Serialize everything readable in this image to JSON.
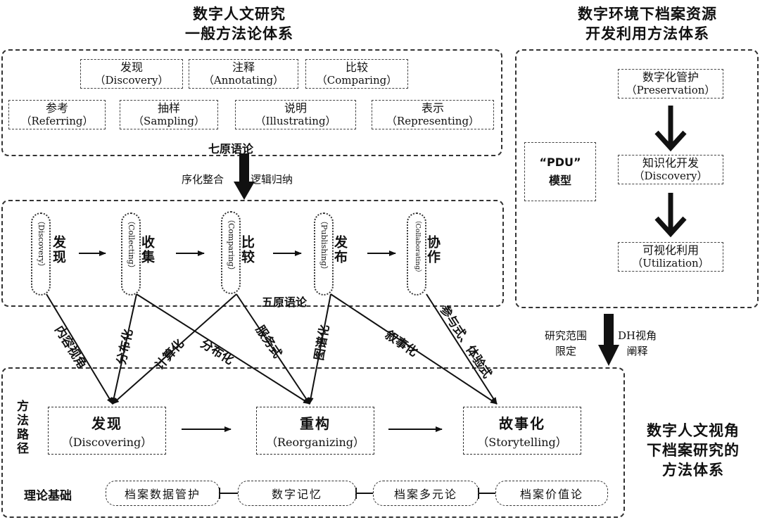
{
  "headings": {
    "left_title_1": "数字人文研究",
    "left_title_2": "一般方法论体系",
    "right_title_1": "数字环境下档案资源",
    "right_title_2": "开发利用方法体系",
    "bottom_title_1": "数字人文视角",
    "bottom_title_2": "下档案研究的",
    "bottom_title_3": "方法体系"
  },
  "seven_primitives": {
    "label": "七原语论",
    "items": [
      {
        "zh": "发现",
        "en": "（Discovery）"
      },
      {
        "zh": "注释",
        "en": "（Annotating）"
      },
      {
        "zh": "比较",
        "en": "（Comparing）"
      },
      {
        "zh": "参考",
        "en": "（Referring）"
      },
      {
        "zh": "抽样",
        "en": "（Sampling）"
      },
      {
        "zh": "说明",
        "en": "（Illustrating）"
      },
      {
        "zh": "表示",
        "en": "（Representing）"
      }
    ]
  },
  "transform": {
    "left": "序化整合",
    "right": "逻辑归纳"
  },
  "five_primitives": {
    "label": "五原语论",
    "items": [
      {
        "zh": "发现",
        "en": "（Discovery）"
      },
      {
        "zh": "收集",
        "en": "（Collecting）"
      },
      {
        "zh": "比较",
        "en": "（Comparing）"
      },
      {
        "zh": "发布",
        "en": "（Publishing）"
      },
      {
        "zh": "协作",
        "en": "（Collaborating）"
      }
    ]
  },
  "pdu": {
    "model_1": "“PDU”",
    "model_2": "模型",
    "steps": [
      {
        "zh": "数字化管护",
        "en": "（Preservation）"
      },
      {
        "zh": "知识化开发",
        "en": "（Discovery）"
      },
      {
        "zh": "可视化利用",
        "en": "（Utilization）"
      }
    ]
  },
  "scope": {
    "left_1": "研究范围",
    "left_2": "限定",
    "right_1": "DH视角",
    "right_2": "阐释"
  },
  "links": {
    "content_view": "内容视角",
    "distributed_1": "分布化",
    "computational": "计算化",
    "distributed_2": "分布化",
    "service": "服务式",
    "graph": "图谱化",
    "narrative": "叙事化",
    "participatory": "参与式、体验式"
  },
  "method_path": {
    "side_label": "方法路径",
    "steps": [
      {
        "zh": "发现",
        "en": "（Discovering）"
      },
      {
        "zh": "重构",
        "en": "（Reorganizing）"
      },
      {
        "zh": "故事化",
        "en": "（Storytelling）"
      }
    ]
  },
  "theory": {
    "label": "理论基础",
    "items": [
      "档案数据管护",
      "数字记忆",
      "档案多元论",
      "档案价值论"
    ]
  }
}
